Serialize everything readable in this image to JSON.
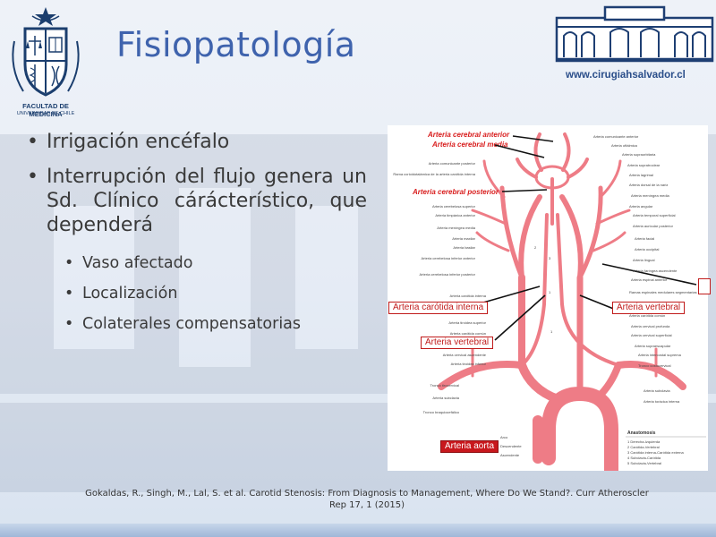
{
  "slide": {
    "title": "Fisiopatología",
    "left_logo": {
      "faculty": "FACULTAD DE MEDICINA",
      "university": "UNIVERSIDAD DE CHILE",
      "icon": "university-crest-icon"
    },
    "right_logo": {
      "url": "www.cirugiahsalvador.cl",
      "icon": "hospital-building-icon"
    },
    "bullets": [
      {
        "text": "Irrigación encéfalo"
      },
      {
        "text": "Interrupción del flujo genera un Sd. Clínico cárácterístico, que dependerá",
        "sub": [
          "Vaso afectado",
          "Localización",
          "Colaterales compensatorias"
        ]
      }
    ],
    "figure": {
      "red_labels": {
        "cerebral_anterior": "Arteria  cerebral anterior",
        "cerebral_media": "Arteria  cerebral media",
        "cerebral_posterior": "Arteria  cerebral posterior"
      },
      "boxed_labels": {
        "carotida_interna": "Arteria  carótida interna",
        "vertebral_right": "Arteria  vertebral",
        "vertebral_left": "Arteria  vertebral",
        "aorta": "Arteria  aorta"
      },
      "small_labels_left": [
        "Arteria comunicante posterior",
        "Rama corioidotalámica de la arteria carótida interna",
        "Arteria cerebelosa superior",
        "Arteria timpánica anterior",
        "Arteria meníngea media",
        "Arteria maxilar",
        "Arteria basilar",
        "Arteria cerebelosa inferior anterior",
        "Arteria cerebelosa inferior posterior",
        "Arteria carótida interna",
        "Arteria tiroidea superior",
        "Arteria carótida común",
        "Arteria cervical ascendente",
        "Arteria tiroidea inferior",
        "Tronco tirocervical",
        "Arteria subclavia",
        "Tronco braquiocefálico"
      ],
      "small_labels_right": [
        "Arteria comunicante anterior",
        "Arteria oftálmica",
        "Arteria supraorbitaria",
        "Arteria supratroclear",
        "Arteria lagrimal",
        "Arteria dorsal de la nariz",
        "Arteria meníngea media",
        "Arteria angular",
        "Arteria temporal superficial",
        "Arteria auricular posterior",
        "Arteria facial",
        "Arteria occipital",
        "Arteria lingual",
        "Arteria faríngea ascendente",
        "Arteria espinal anterior",
        "Ramas espinales medulares segmentarias",
        "Arteria carótida común",
        "Arteria cervical profunda",
        "Arteria cervical superficial",
        "Arteria supraescapular",
        "Arteria intercostal suprema",
        "Tronco costocervical",
        "Arteria subclavia",
        "Arteria torácica interna"
      ],
      "aorta_parts": [
        "Arco",
        "Descendente",
        "Ascendente"
      ],
      "anastomosis": {
        "title": "Anastomosis",
        "items": [
          "1  Derecha-Izquierda",
          "2  Carótida-Vertebral",
          "3  Carótida interna-Carótida externa",
          "4  Subclavia-Carótida",
          "5  Subclavia-Vertebral"
        ]
      }
    },
    "citation": {
      "line1": "Gokaldas, R., Singh, M., Lal, S. et al. Carotid Stenosis: From Diagnosis to Management, Where Do We Stand?. Curr Atheroscler",
      "line2": "Rep 17, 1 (2015)"
    },
    "colors": {
      "title": "#3f63ad",
      "label_red": "#d81c1c",
      "artery": "#ee7c86",
      "artery_dark": "#d0505c"
    }
  }
}
